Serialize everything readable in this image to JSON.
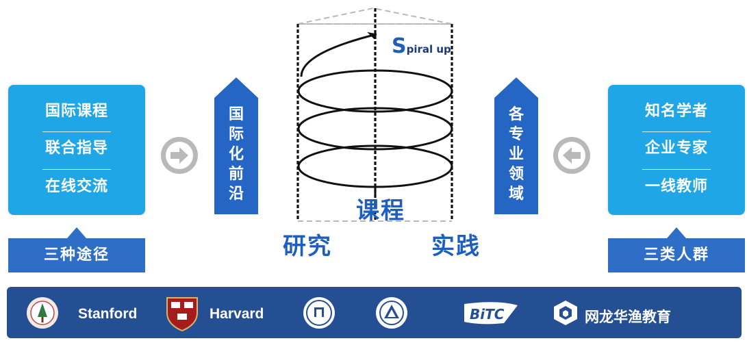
{
  "left_panel": {
    "items": [
      "国际课程",
      "联合指导",
      "在线交流"
    ],
    "label": "三种途径"
  },
  "right_panel": {
    "items": [
      "知名学者",
      "企业专家",
      "一线教师"
    ],
    "label": "三类人群"
  },
  "left_arrow_text": "国际化前沿",
  "right_arrow_text": "各专业领域",
  "center": {
    "spiral_letter": "S",
    "spiral_rest": "piral up",
    "course": "课程",
    "research": "研究",
    "practice": "实践"
  },
  "partners": {
    "stanford": "Stanford",
    "harvard": "Harvard",
    "nd_brand": "网龙华渔教育",
    "bitc_mark": "BiTC"
  },
  "colors": {
    "cyan_box": "#1ea6e6",
    "label_blue": "#2e6ec7",
    "arrow_blue": "#2566c4",
    "text_blue": "#1e5fbd",
    "bar_blue": "#244f92",
    "circle_grey": "#b9b9b9"
  },
  "icons": [
    "right-arrow-circle-icon",
    "left-arrow-circle-icon",
    "stanford-seal-icon",
    "harvard-shield-icon",
    "bnu-seal-icon",
    "university-seal-icon",
    "bitc-logo-icon",
    "nd-cube-icon"
  ]
}
